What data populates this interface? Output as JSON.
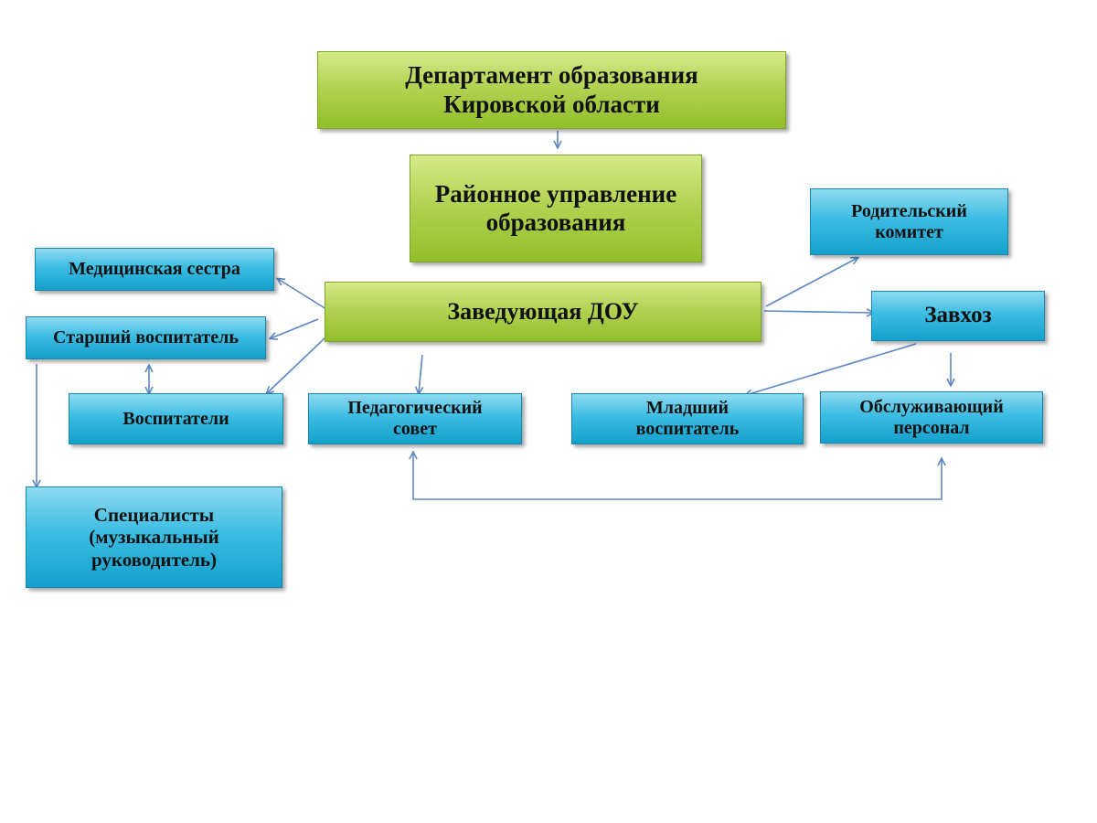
{
  "nodes": {
    "department": "Департамент образования Кировской области",
    "district": "Районное управление образования",
    "head": "Заведующая ДОУ",
    "nurse": "Медицинская сестра",
    "senior_educator": "Старший воспитатель",
    "educators": "Воспитатели",
    "specialists": "Специалисты (музыкальный руководитель)",
    "ped_council": "Педагогический совет",
    "junior_educator": "Младший воспитатель",
    "service_staff": "Обслуживающий персонал",
    "parents_committee": "Родительский комитет",
    "supply_manager": "Завхоз"
  },
  "colors": {
    "top_boxes": "#b3d353",
    "unit_boxes": "#3cbde3",
    "connectors": "#5b87c4"
  }
}
